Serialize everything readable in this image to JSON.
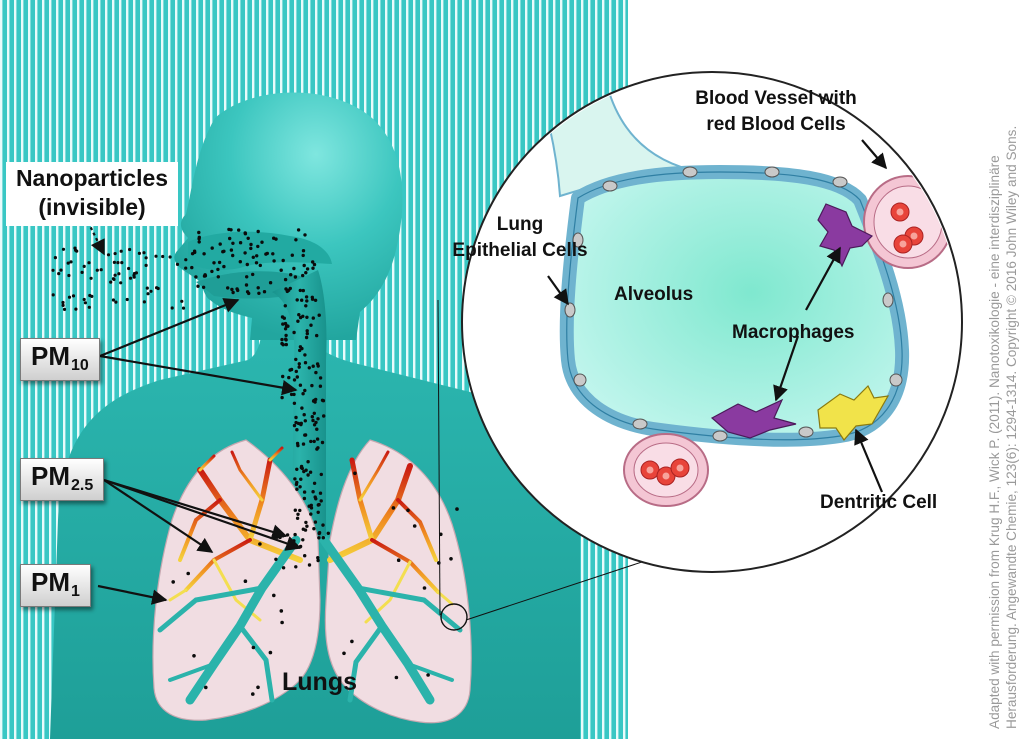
{
  "labels": {
    "nanoparticles_line1": "Nanoparticles",
    "nanoparticles_line2": "(invisible)",
    "pm10_main": "PM",
    "pm10_sub": "10",
    "pm25_main": "PM",
    "pm25_sub": "2.5",
    "pm1_main": "PM",
    "pm1_sub": "1",
    "lungs": "Lungs",
    "blood_vessel_line1": "Blood Vessel with",
    "blood_vessel_line2": "red Blood Cells",
    "epithelial_line1": "Lung",
    "epithelial_line2": "Epithelial Cells",
    "alveolus": "Alveolus",
    "macrophages": "Macrophages",
    "dentritic_cell": "Dentritic Cell"
  },
  "credit": {
    "line1": "Adapted with permission from Krug H.F., Wick P. (2011). Nanotoxikologie - eine interdisziplinäre",
    "line2": "Herausforderung. Angewandte Chemie, 123(6): 1294-1314. Copyright © 2016 John Wiley and Sons."
  },
  "colors": {
    "teal_bg": "#33c3c1",
    "body_teal": "#26aaa3",
    "alveolus_fill": "#a9f0df",
    "lung_pink": "#f1dde2",
    "epithelium_blue": "#6fb3cf",
    "macrophage_purple": "#8a3aa0",
    "dendritic_yellow": "#f1e34a",
    "blood_vessel_pink": "#f4c6d4"
  }
}
